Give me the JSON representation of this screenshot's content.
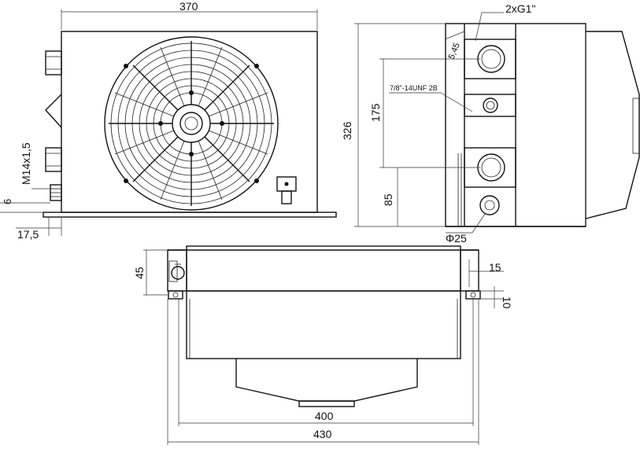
{
  "dimensions": {
    "front_width": "370",
    "thread_port": "M14x1,5",
    "base_height": "6",
    "foot_offset": "17,5",
    "ports": "2xG1\"",
    "chamfer": "5,45",
    "height_total": "326",
    "port_spacing": "175",
    "bottom_port_height": "85",
    "unf_thread": "7/8\"-14UNF 2B",
    "pipe_dia": "Φ25",
    "top_depth": "45",
    "flange_15": "15",
    "flange_10": "10",
    "mount_width": "400",
    "overall_width": "430"
  },
  "colors": {
    "line": "#111111",
    "background": "#ffffff"
  }
}
